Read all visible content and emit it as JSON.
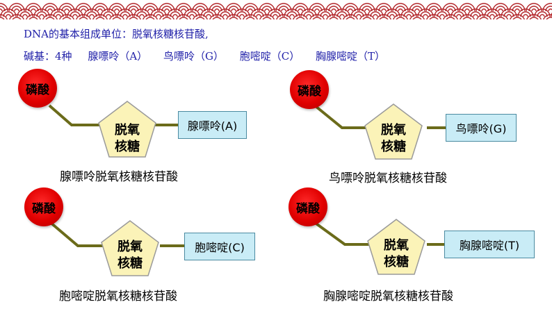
{
  "header": {
    "line1": "DNA的基本组成单位：脱氧核糖核苷酸,",
    "line2_prefix": "碱基：4种",
    "bases": [
      "腺嘌呤（A）",
      "鸟嘌呤（G）",
      "胞嘧啶（C）",
      "胸腺嘧啶（T）"
    ]
  },
  "nucleotides": [
    {
      "phosphate": "磷酸",
      "sugar_line1": "脱氧",
      "sugar_line2": "核糖",
      "base": "腺嘌呤(A)",
      "caption": "腺嘌呤脱氧核糖核苷酸"
    },
    {
      "phosphate": "磷酸",
      "sugar_line1": "脱氧",
      "sugar_line2": "核糖",
      "base": "鸟嘌呤(G)",
      "caption": "鸟嘌呤脱氧核糖核苷酸"
    },
    {
      "phosphate": "磷酸",
      "sugar_line1": "脱氧",
      "sugar_line2": "核糖",
      "base": "胞嘧啶(C)",
      "caption": "胞嘧啶脱氧核糖核苷酸"
    },
    {
      "phosphate": "磷酸",
      "sugar_line1": "脱氧",
      "sugar_line2": "核糖",
      "base": "胸腺嘧啶(T)",
      "caption": "胸腺嘧啶脱氧核糖核苷酸"
    }
  ],
  "colors": {
    "header_text": "#1f1fa8",
    "phosphate": "#e00000",
    "sugar_fill": "#fbf3b8",
    "base_fill": "#c9ecf6",
    "connector": "#6b6b1a",
    "banner": "#b3262a"
  }
}
